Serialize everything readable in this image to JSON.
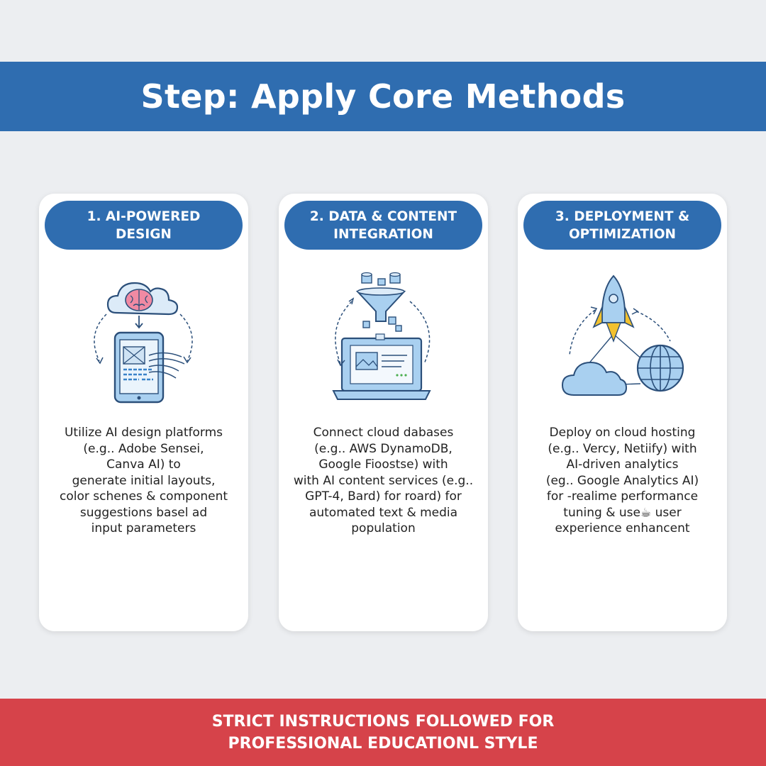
{
  "header": {
    "title": "Step: Apply Core Methods"
  },
  "cards": [
    {
      "title_lines": [
        "1. AI-POWERED",
        "DESIGN"
      ],
      "illustration_icons": [
        "cloud-icon",
        "brain-icon",
        "tablet-icon",
        "wireframe-icon",
        "cycle-arrows-icon"
      ],
      "description_lines": [
        "Utilize AI design platforms",
        "(e.g.. Adobe Sensei,",
        "Canva AI) to",
        "generate initial layouts,",
        "color schenes & component",
        "suggestions basel ad",
        "input parameters"
      ]
    },
    {
      "title_lines": [
        "2. DATA & CONTENT",
        "INTEGRATION"
      ],
      "illustration_icons": [
        "database-icon",
        "funnel-icon",
        "laptop-icon",
        "cycle-arrows-icon"
      ],
      "description_lines": [
        "Connect cloud dabases",
        "(e.g.. AWS DynamoDB,",
        "Google Fioostse) with",
        "with AI content services (e.g..",
        "GPT-4, Bard) for roard) for",
        "automated text & media",
        "population"
      ]
    },
    {
      "title_lines": [
        "3. DEPLOYMENT &",
        "OPTIMIZATION"
      ],
      "illustration_icons": [
        "rocket-icon",
        "cloud-icon",
        "globe-icon",
        "cycle-arrows-icon"
      ],
      "description_lines": [
        "Deploy on cloud hosting",
        "(e.g.. Vercy, Netiify) with",
        "AI-driven analytics",
        "(eg.. Google Analytics AI)",
        "for -realime performance",
        "tuning & use☕ user",
        "experience enhancent"
      ]
    }
  ],
  "footer": {
    "lines": [
      "STRICT INSTRUCTIONS FOLLOWED FOR",
      "PROFESSIONAL EDUCATIONL STYLE"
    ]
  },
  "colors": {
    "primary_blue": "#2f6db0",
    "footer_red": "#d6434a",
    "background": "#eceef1",
    "icon_light_blue": "#a9d0f0",
    "icon_outline": "#2b4f7a",
    "brain_pink": "#f08aa3",
    "rocket_yellow": "#f2c12e"
  }
}
